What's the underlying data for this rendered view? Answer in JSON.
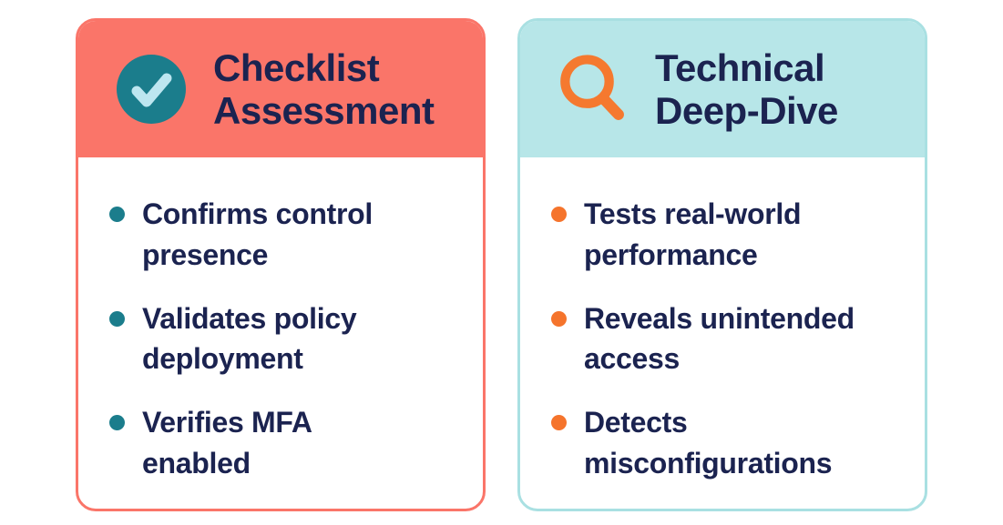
{
  "colors": {
    "coral": "#FA7569",
    "coral_border": "#FA7569",
    "light_teal": "#B7E6E8",
    "light_teal_border": "#A9E0E2",
    "navy_text": "#1B2350",
    "teal_bullet": "#1B7D8C",
    "teal_icon_circle": "#1B7D8C",
    "check_mark_light_blue": "#BDE6F0",
    "orange_bullet": "#F5742C",
    "orange_icon": "#F5792F",
    "background": "#FFFFFF"
  },
  "cards": [
    {
      "title": "Checklist\nAssessment",
      "icon": "checkmark-circle-icon",
      "items": [
        "Confirms control\npresence",
        "Validates policy\ndeployment",
        "Verifies MFA\nenabled"
      ]
    },
    {
      "title": "Technical\nDeep-Dive",
      "icon": "magnifier-icon",
      "items": [
        "Tests real-world\nperformance",
        "Reveals unintended\naccess",
        "Detects\nmisconfigurations"
      ]
    }
  ]
}
